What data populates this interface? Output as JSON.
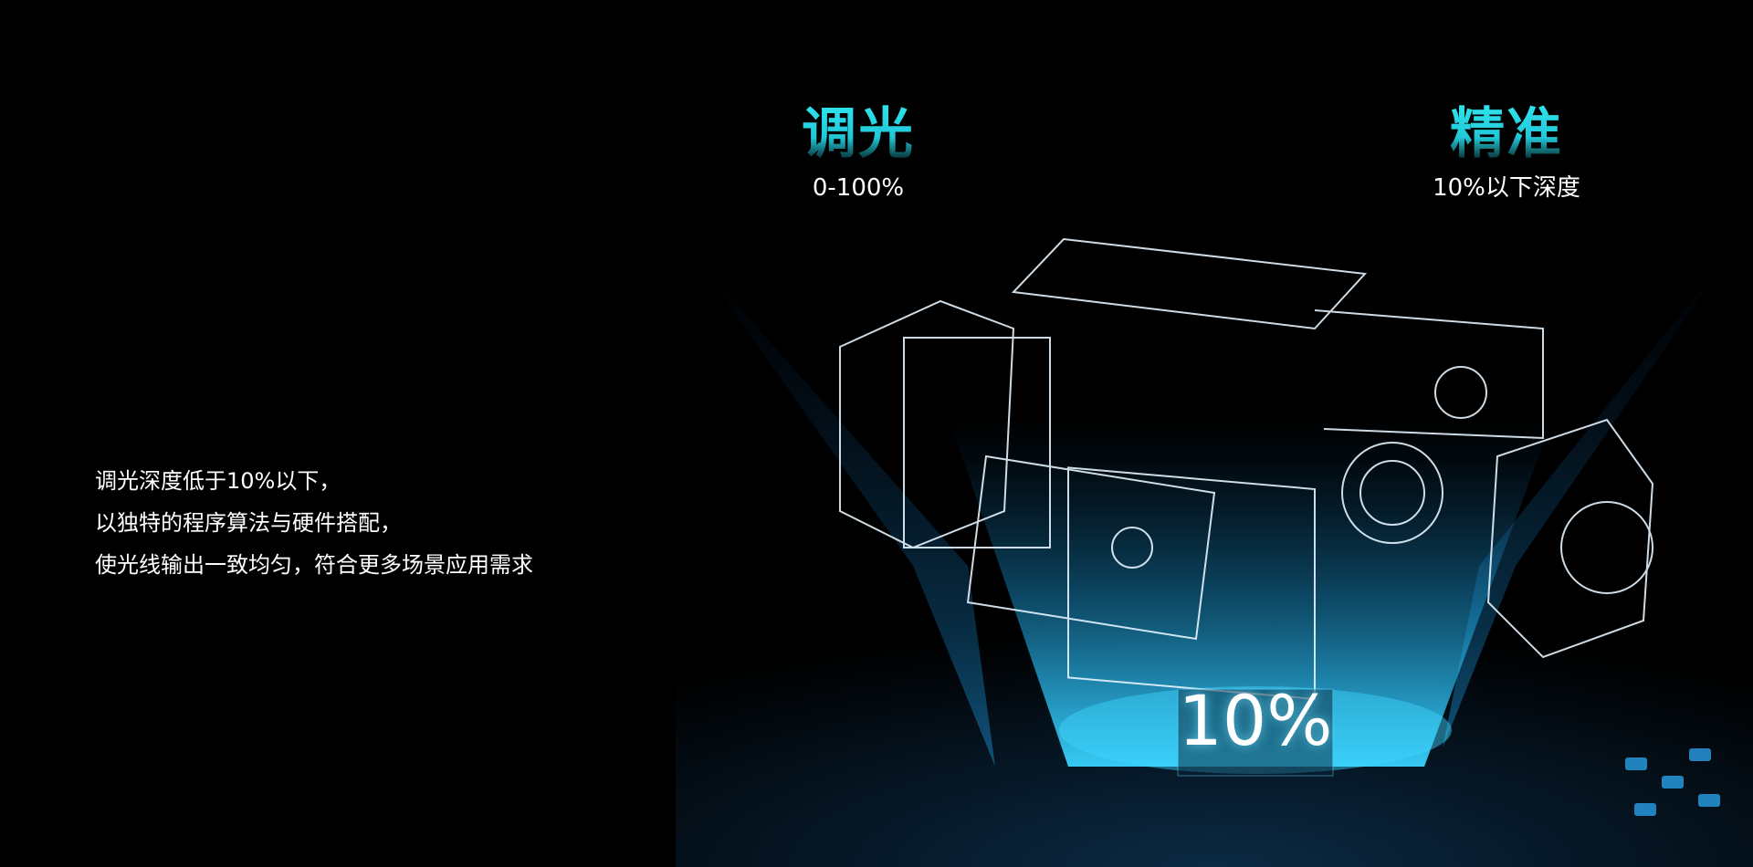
{
  "features": [
    {
      "title": "调光",
      "subtitle": "0-100%"
    },
    {
      "title": "精准",
      "subtitle": "10%以下深度"
    }
  ],
  "description": [
    "调光深度低于10%以下，",
    "以独特的程序算法与硬件搭配，",
    "使光线输出一致均匀，符合更多场景应用需求"
  ],
  "hero_value": "10%",
  "colors": {
    "accent": "#2fe6ee",
    "background": "#000000",
    "beam": "#1aa8e0"
  }
}
